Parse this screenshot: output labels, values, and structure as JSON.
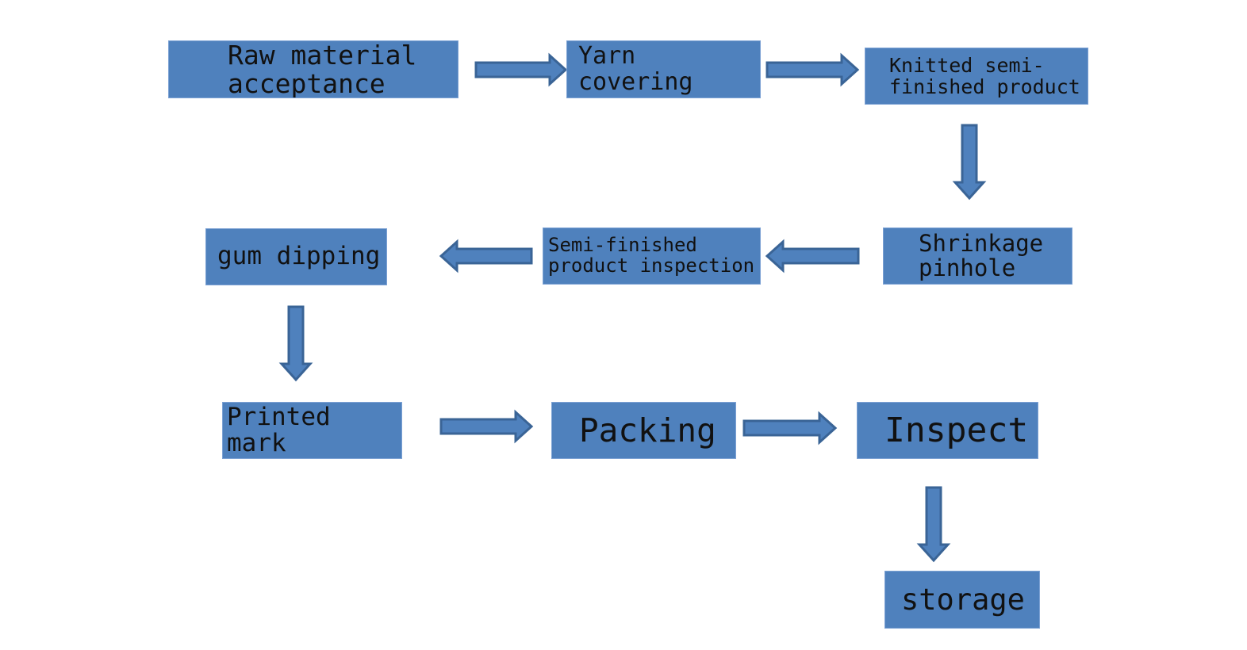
{
  "steps": {
    "raw_material": {
      "line1": "Raw material",
      "line2": "acceptance"
    },
    "yarn_covering": {
      "label": "Yarn covering"
    },
    "knitted": {
      "line1": "Knitted semi-",
      "line2": "finished product"
    },
    "shrinkage": {
      "line1": "Shrinkage",
      "line2": "pinhole"
    },
    "semi_inspection": {
      "line1": "Semi-finished",
      "line2": "product inspection"
    },
    "gum_dipping": {
      "label": "gum dipping"
    },
    "printed_mark": {
      "label": "Printed mark"
    },
    "packing": {
      "label": "Packing"
    },
    "inspect": {
      "label": "Inspect"
    },
    "storage": {
      "label": "storage"
    }
  },
  "colors": {
    "box_fill": "#4f81bd",
    "arrow_stroke": "#3a6496",
    "text": "#111111"
  }
}
